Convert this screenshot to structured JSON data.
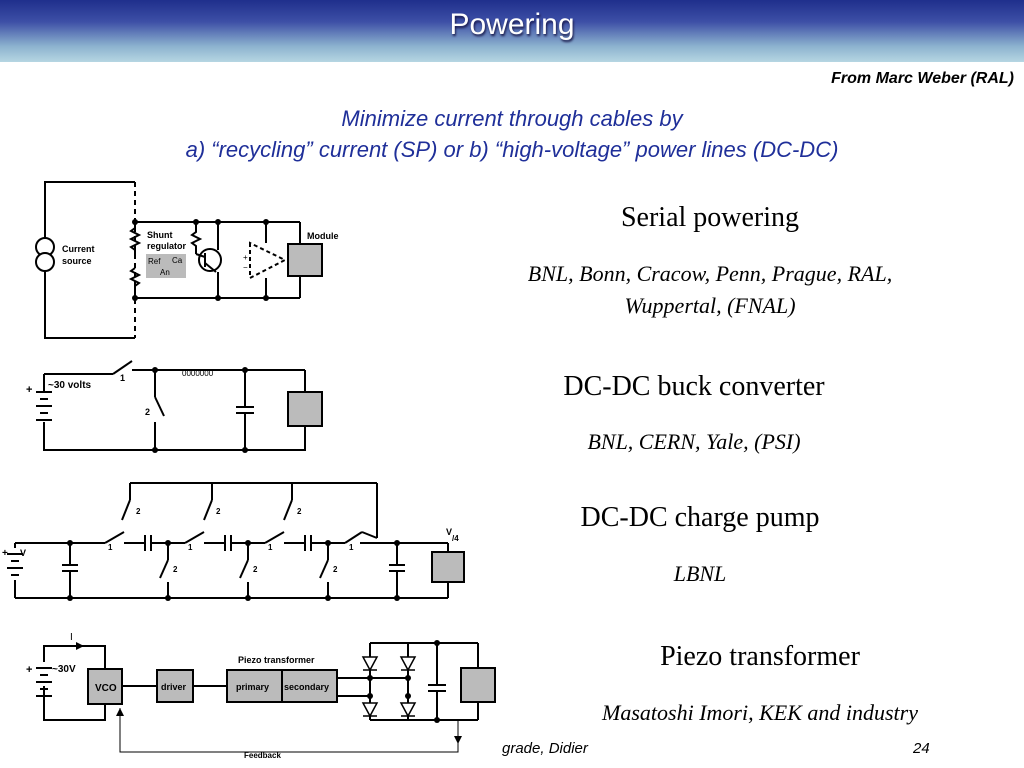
{
  "slide": {
    "title": "Powering",
    "credit": "From Marc Weber (RAL)",
    "subtitle_line1": "Minimize current through cables by",
    "subtitle_line2": "a) “recycling” current (SP) or  b) “high-voltage” power lines (DC-DC)",
    "footer_left": "grade, Didier",
    "page_number": "24"
  },
  "sections": [
    {
      "title": "Serial powering",
      "list_line1": "BNL, Bonn, Cracow, Penn, Prague, RAL,",
      "list_line2": "Wuppertal, (FNAL)"
    },
    {
      "title": "DC-DC buck converter",
      "list_line1": "BNL, CERN, Yale, (PSI)"
    },
    {
      "title": "DC-DC charge pump",
      "list_line1": "LBNL"
    },
    {
      "title": "Piezo transformer",
      "list_line1": "Masatoshi Imori, KEK and industry"
    }
  ],
  "diagrams": {
    "serial": {
      "current_source": "Current",
      "current_source2": "source",
      "shunt1": "Shunt",
      "shunt2": "regulator",
      "ref": "Ref",
      "ca": "Ca",
      "an": "An",
      "module": "Module"
    },
    "buck": {
      "voltage": "~30 volts",
      "plus": "+",
      "sw1": "1",
      "sw2": "2",
      "inductor": "0000000"
    },
    "pump": {
      "plus": "+",
      "vin": "V",
      "vout": "V",
      "vout_sub": "/4",
      "sw1": "1",
      "sw2": "2"
    },
    "piezo": {
      "plus": "+",
      "voltage": "~30V",
      "current": "I",
      "vco": "VCO",
      "driver": "driver",
      "transformer": "Piezo transformer",
      "primary": "primary",
      "secondary": "secondary",
      "feedback": "Feedback"
    }
  }
}
